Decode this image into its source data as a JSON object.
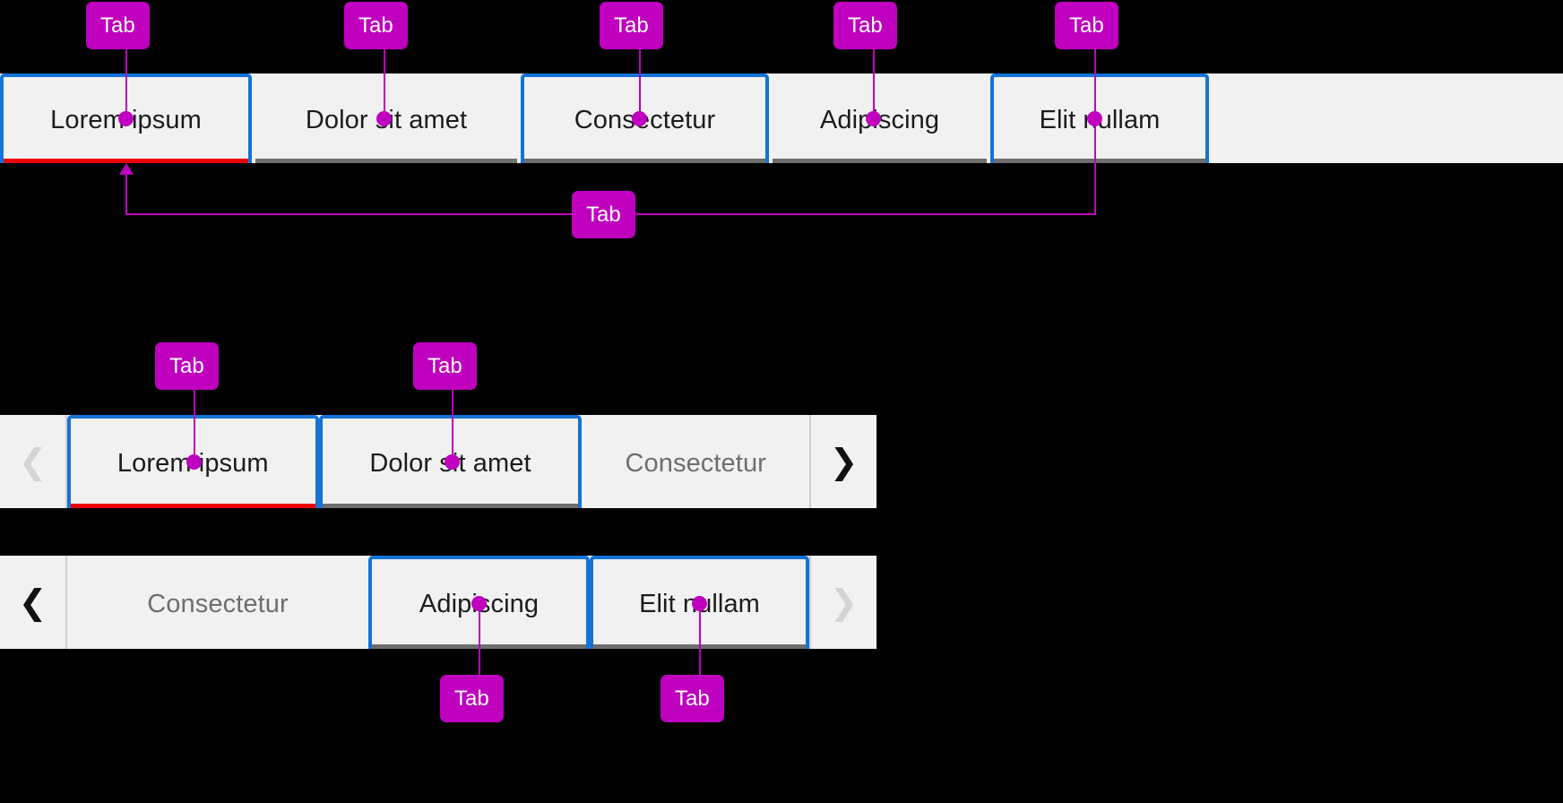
{
  "page": {
    "background": "#000000",
    "accent_focus": "#1373d6",
    "accent_active": "#ef0000",
    "annotation_color": "#bf00bf",
    "strip_background": "#f1f1f1",
    "inactive_text": "#6e6e6e"
  },
  "annotations": {
    "label": "Tab",
    "badges": [
      {
        "id": "badge-1",
        "label": "Tab"
      },
      {
        "id": "badge-2",
        "label": "Tab"
      },
      {
        "id": "badge-3",
        "label": "Tab"
      },
      {
        "id": "badge-4",
        "label": "Tab"
      },
      {
        "id": "badge-5",
        "label": "Tab"
      },
      {
        "id": "badge-6",
        "label": "Tab"
      },
      {
        "id": "badge-7",
        "label": "Tab"
      },
      {
        "id": "badge-8",
        "label": "Tab"
      },
      {
        "id": "badge-9",
        "label": "Tab"
      },
      {
        "id": "badge-10",
        "label": "Tab"
      }
    ]
  },
  "tabstrip_full": {
    "name": "full-width-tabstrip",
    "tabs": [
      {
        "label": "Lorem ipsum",
        "focused": true,
        "selected": true,
        "dim": false,
        "indicator": "active"
      },
      {
        "label": "Dolor sit amet",
        "focused": false,
        "selected": false,
        "dim": false,
        "indicator": "inactive"
      },
      {
        "label": "Consectetur",
        "focused": true,
        "selected": false,
        "dim": false,
        "indicator": "inactive"
      },
      {
        "label": "Adipiscing",
        "focused": false,
        "selected": false,
        "dim": false,
        "indicator": "inactive"
      },
      {
        "label": "Elit nullam",
        "focused": true,
        "selected": false,
        "dim": false,
        "indicator": "inactive"
      }
    ]
  },
  "tabstrip_scroll_page1": {
    "name": "scrollable-tabstrip-page-1",
    "prev_icon": "chevron-left-icon",
    "next_icon": "chevron-right-icon",
    "prev_enabled": false,
    "next_enabled": true,
    "tabs": [
      {
        "label": "Lorem ipsum",
        "focused": true,
        "selected": true,
        "dim": false,
        "indicator": "active"
      },
      {
        "label": "Dolor sit amet",
        "focused": true,
        "selected": false,
        "dim": false,
        "indicator": "inactive"
      },
      {
        "label": "Consectetur",
        "focused": false,
        "selected": false,
        "dim": true,
        "indicator": "none"
      }
    ]
  },
  "tabstrip_scroll_page2": {
    "name": "scrollable-tabstrip-page-2",
    "prev_icon": "chevron-left-icon",
    "next_icon": "chevron-right-icon",
    "prev_enabled": true,
    "next_enabled": false,
    "tabs": [
      {
        "label": "Consectetur",
        "focused": false,
        "selected": false,
        "dim": true,
        "indicator": "none"
      },
      {
        "label": "Adipiscing",
        "focused": true,
        "selected": false,
        "dim": false,
        "indicator": "inactive"
      },
      {
        "label": "Elit nullam",
        "focused": true,
        "selected": false,
        "dim": false,
        "indicator": "inactive"
      }
    ]
  },
  "icons": {
    "chevron_left": "‹",
    "chevron_right": "›",
    "chevron_left_bold": "❮",
    "chevron_right_bold": "❯"
  }
}
